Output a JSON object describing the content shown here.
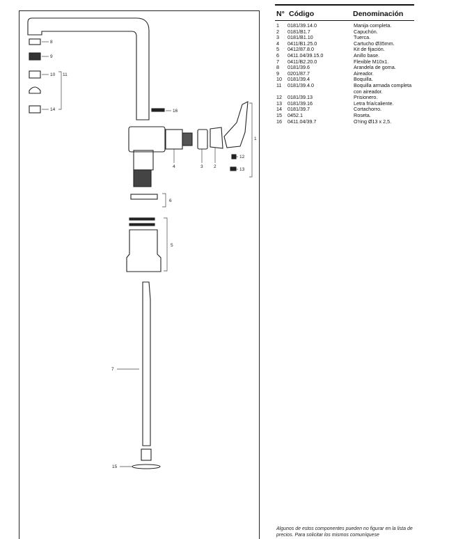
{
  "table": {
    "headers": {
      "n": "N°",
      "code": "Código",
      "desc": "Denominación"
    },
    "rows": [
      {
        "n": "1",
        "code": "0181/39.14.0",
        "desc": "Manija completa."
      },
      {
        "n": "2",
        "code": "0181/B1.7",
        "desc": "Capuchón."
      },
      {
        "n": "3",
        "code": "0181/B1.10",
        "desc": "Tuerca."
      },
      {
        "n": "4",
        "code": "0411/B1.25.0",
        "desc": "Cartucho Ø35mm."
      },
      {
        "n": "5",
        "code": "0412/87.8.0",
        "desc": "Kit de fijación."
      },
      {
        "n": "6",
        "code": "0411.04/39.15.0",
        "desc": "Anillo base."
      },
      {
        "n": "7",
        "code": "0411/B2.20.0",
        "desc": "Flexible M10x1."
      },
      {
        "n": "8",
        "code": "0181/39.6",
        "desc": "Arandela de goma."
      },
      {
        "n": "9",
        "code": "0201/87.7",
        "desc": "Aireador."
      },
      {
        "n": "10",
        "code": "0181/39.4",
        "desc": "Boquilla."
      },
      {
        "n": "11",
        "code": "0181/39.4.0",
        "desc": "Boquilla armada completa con aireador."
      },
      {
        "n": "12",
        "code": "0181/39.13",
        "desc": "Prisionero."
      },
      {
        "n": "13",
        "code": "0181/39.16",
        "desc": "Letra fría/caliente."
      },
      {
        "n": "14",
        "code": "0181/39.7",
        "desc": "Cortachorro."
      },
      {
        "n": "15",
        "code": "0452.1",
        "desc": "Roseta."
      },
      {
        "n": "16",
        "code": "0411.04/39.7",
        "desc": "O'ring Ø13 x 2,5."
      }
    ]
  },
  "footnote": "Algunos de estos componentes pueden no figurar en la lista de precios. Para solicitar los mismos comuníquese",
  "callouts": {
    "c1": "1",
    "c2": "2",
    "c3": "3",
    "c4": "4",
    "c5": "5",
    "c6": "6",
    "c7": "7",
    "c8": "8",
    "c9": "9",
    "c10": "10",
    "c11": "11",
    "c12": "12",
    "c13": "13",
    "c14": "14",
    "c15": "15",
    "c16": "16"
  }
}
